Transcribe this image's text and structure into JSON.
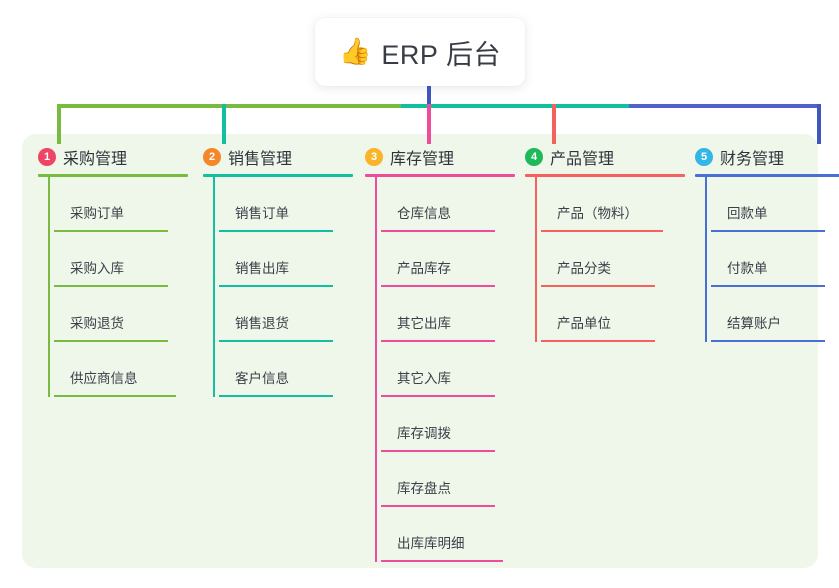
{
  "root": {
    "icon": "thumbs-up-emoji",
    "emoji": "👍",
    "title": "ERP 后台"
  },
  "palette": {
    "panel_bg": "#eff7ea",
    "page_bg": "#ffffff",
    "root_stem": "#4055c0",
    "bar_left": "#79ba40",
    "bar_mid": "#12bfa0",
    "bar_right": "#5162cb"
  },
  "columns": [
    {
      "number": "1",
      "title": "采购管理",
      "line_color": "#79ba40",
      "badge_color": "#ef4565",
      "items": [
        {
          "label": "采购订单"
        },
        {
          "label": "采购入库"
        },
        {
          "label": "采购退货"
        },
        {
          "label": "供应商信息"
        }
      ]
    },
    {
      "number": "2",
      "title": "销售管理",
      "line_color": "#12bfa0",
      "badge_color": "#f5862a",
      "items": [
        {
          "label": "销售订单"
        },
        {
          "label": "销售出库"
        },
        {
          "label": "销售退货"
        },
        {
          "label": "客户信息"
        }
      ]
    },
    {
      "number": "3",
      "title": "库存管理",
      "line_color": "#ee4d9b",
      "badge_color": "#f9b42a",
      "items": [
        {
          "label": "仓库信息"
        },
        {
          "label": "产品库存"
        },
        {
          "label": "其它出库"
        },
        {
          "label": "其它入库"
        },
        {
          "label": "库存调拨"
        },
        {
          "label": "库存盘点"
        },
        {
          "label": "出库库明细"
        }
      ]
    },
    {
      "number": "4",
      "title": "产品管理",
      "line_color": "#f4615e",
      "badge_color": "#1fb95a",
      "items": [
        {
          "label": "产品（物料）"
        },
        {
          "label": "产品分类"
        },
        {
          "label": "产品单位"
        }
      ]
    },
    {
      "number": "5",
      "title": "财务管理",
      "line_color": "#4a6fd4",
      "badge_color": "#32b6e8",
      "items": [
        {
          "label": "回款单"
        },
        {
          "label": "付款单"
        },
        {
          "label": "结算账户"
        }
      ]
    }
  ]
}
